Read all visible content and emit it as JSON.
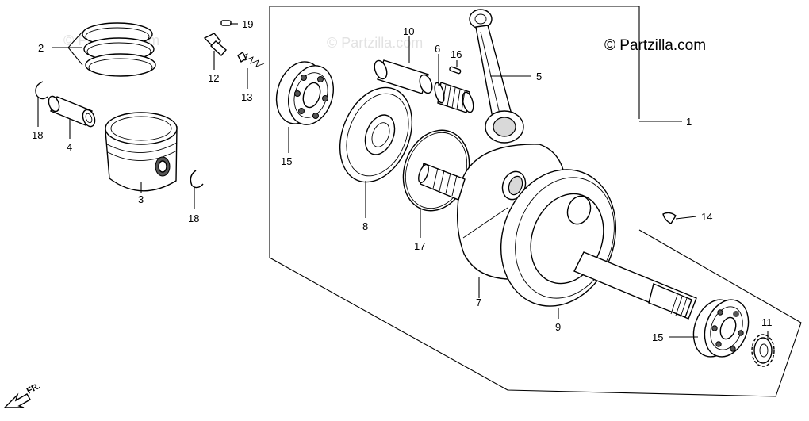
{
  "watermarks": [
    "© Partzilla.com",
    "© Partzilla.com"
  ],
  "copyright": "© Partzilla.com",
  "direction_label": "FR.",
  "callouts": {
    "p1": "1",
    "p2": "2",
    "p3": "3",
    "p4": "4",
    "p5": "5",
    "p6": "6",
    "p7": "7",
    "p8": "8",
    "p9": "9",
    "p10": "10",
    "p11": "11",
    "p12": "12",
    "p13": "13",
    "p14": "14",
    "p15a": "15",
    "p15b": "15",
    "p16": "16",
    "p17": "17",
    "p18a": "18",
    "p18b": "18",
    "p19": "19"
  }
}
